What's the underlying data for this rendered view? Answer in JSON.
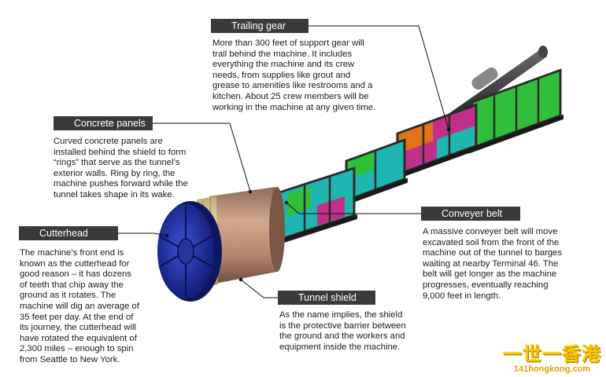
{
  "callouts": {
    "trailing_gear": {
      "label": "Trailing gear",
      "text": "More than 300 feet of support gear will\ntrail behind the machine. It includes\neverything the machine and its crew\nneeds, from supplies like grout and\ngrease to amenities like restrooms and a\nkitchen. About 25 crew members will be\nworking in the machine at any given time."
    },
    "concrete_panels": {
      "label": "Concrete panels",
      "text": "Curved concrete panels are\ninstalled behind the shield to form\n“rings” that serve as the tunnel’s\nexterior walls. Ring by ring, the\nmachine pushes forward while the\ntunnel takes shape in its wake."
    },
    "cutterhead": {
      "label": "Cutterhead",
      "text": "The machine’s front end is\nknown as the cutterhead for\ngood reason – it has dozens\nof teeth that chip away the\nground as it rotates. The\nmachine will dig an average of\n35 feet per day. At the end of\nits journey, the cutterhead will\nhave rotated the equivalent of\n2,300 miles – enough to spin\nfrom Seattle to New York."
    },
    "tunnel_shield": {
      "label": "Tunnel shield",
      "text": "As the name implies, the shield\nis the protective barrier between\nthe ground and the workers and\nequipment inside the machine."
    },
    "conveyer_belt": {
      "label": "Conveyer belt",
      "text": "A massive conveyer belt will move\nexcavated soil from the front of the\nmachine out of the tunnel to barges\nwaiting at nearby Terminal 46. The\nbelt will get longer as the machine\nprogresses, eventually reaching\n9,000 feet in length."
    }
  },
  "watermark": {
    "chinese": "一世一香港",
    "url": "141hongkong.com"
  },
  "colors": {
    "label_bg": "#3a3a3a",
    "cutterhead": "#1c2a9a",
    "shield": "#b98a6f",
    "panels": "#e8d9a6",
    "frame": "#2b2b2b",
    "module_cyan": "#1fb5b0",
    "module_green": "#2fbf3a",
    "module_magenta": "#c0308a",
    "module_orange": "#e0721a"
  }
}
